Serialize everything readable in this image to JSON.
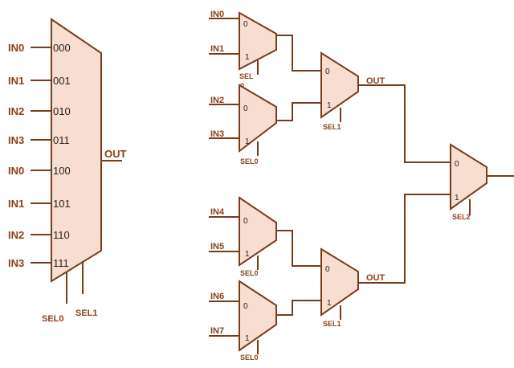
{
  "big_mux": {
    "inputs": [
      {
        "name": "IN0",
        "code": "000"
      },
      {
        "name": "IN1",
        "code": "001"
      },
      {
        "name": "IN2",
        "code": "010"
      },
      {
        "name": "IN3",
        "code": "011"
      },
      {
        "name": "IN0",
        "code": "100"
      },
      {
        "name": "IN1",
        "code": "101"
      },
      {
        "name": "IN2",
        "code": "110"
      },
      {
        "name": "IN3",
        "code": "111"
      }
    ],
    "output": "OUT",
    "sel0": "SEL0",
    "sel1": "SEL1"
  },
  "tree": {
    "mux_a": {
      "in_top": "IN0",
      "in_bottom": "IN1",
      "top_index": "0",
      "bottom_index": "1",
      "sel": "SEL",
      "sel_extra": "0"
    },
    "mux_b": {
      "in_top": "IN2",
      "in_bottom": "IN3",
      "top_index": "0",
      "bottom_index": "1",
      "sel": "SEL0"
    },
    "mux_c": {
      "in_top": "IN4",
      "in_bottom": "IN5",
      "top_index": "0",
      "bottom_index": "1",
      "sel": "SEL0"
    },
    "mux_d": {
      "in_top": "IN6",
      "in_bottom": "IN7",
      "top_index": "0",
      "bottom_index": "1",
      "sel": "SEL0"
    },
    "mux_e": {
      "top_index": "0",
      "bottom_index": "1",
      "sel": "SEL1",
      "out": "OUT"
    },
    "mux_f": {
      "top_index": "0",
      "bottom_index": "1",
      "sel": "SEL1",
      "out": "OUT"
    },
    "mux_g": {
      "top_index": "0",
      "bottom_index": "1",
      "sel": "SEL2"
    }
  },
  "colors": {
    "wire": "#7a3b1a",
    "fill": "#f8ded1",
    "label": "#8a3f1a"
  }
}
